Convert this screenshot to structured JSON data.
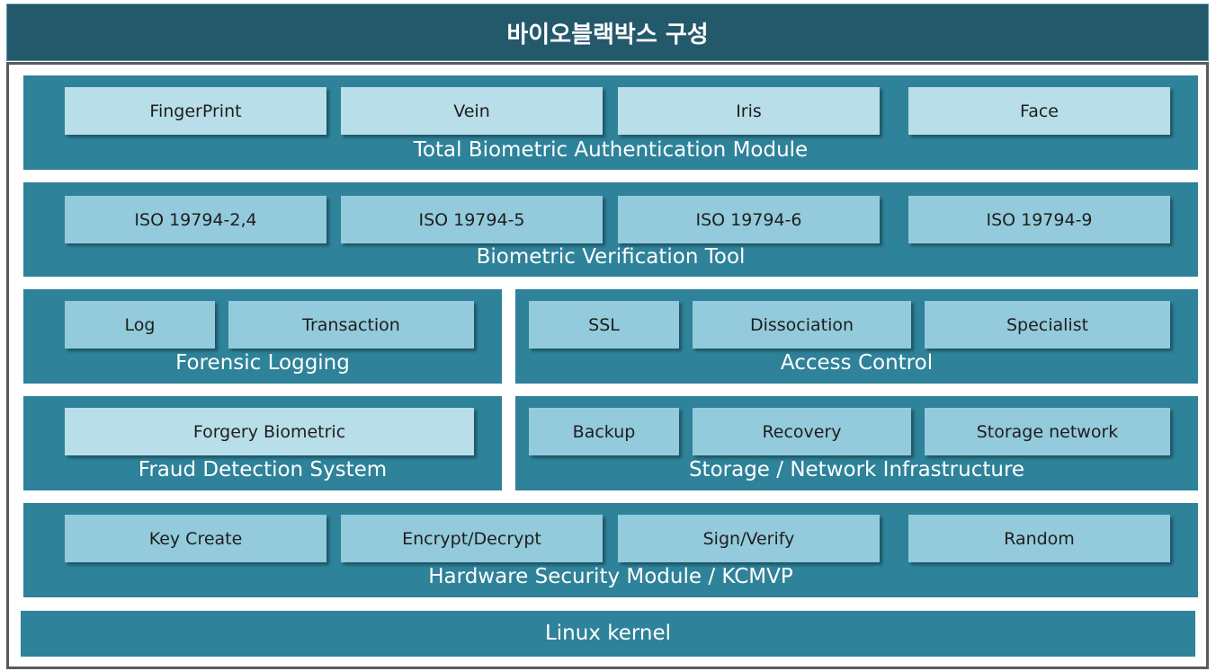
{
  "title": "바이오블랙박스 구성",
  "colors": {
    "title_bg": "#23596b",
    "band_bg": "#2e8299",
    "box_light": "#b8dee9",
    "box_mid": "#93cbdc",
    "frame_border": "#5a5a5a"
  },
  "bands": {
    "auth": {
      "label": "Total Biometric Authentication Module",
      "items": [
        "FingerPrint",
        "Vein",
        "Iris",
        "Face"
      ]
    },
    "verify": {
      "label": "Biometric Verification Tool",
      "items": [
        "ISO 19794-2,4",
        "ISO 19794-5",
        "ISO 19794-6",
        "ISO 19794-9"
      ]
    },
    "forensic": {
      "label": "Forensic Logging",
      "items": [
        "Log",
        "Transaction"
      ]
    },
    "access": {
      "label": "Access Control",
      "items": [
        "SSL",
        "Dissociation",
        "Specialist"
      ]
    },
    "fraud": {
      "label": "Fraud Detection System",
      "items": [
        "Forgery Biometric"
      ]
    },
    "storage": {
      "label": "Storage / Network Infrastructure",
      "items": [
        "Backup",
        "Recovery",
        "Storage network"
      ]
    },
    "hsm": {
      "label": "Hardware Security Module / KCMVP",
      "items": [
        "Key Create",
        "Encrypt/Decrypt",
        "Sign/Verify",
        "Random"
      ]
    },
    "kernel": {
      "label": "Linux kernel"
    }
  }
}
